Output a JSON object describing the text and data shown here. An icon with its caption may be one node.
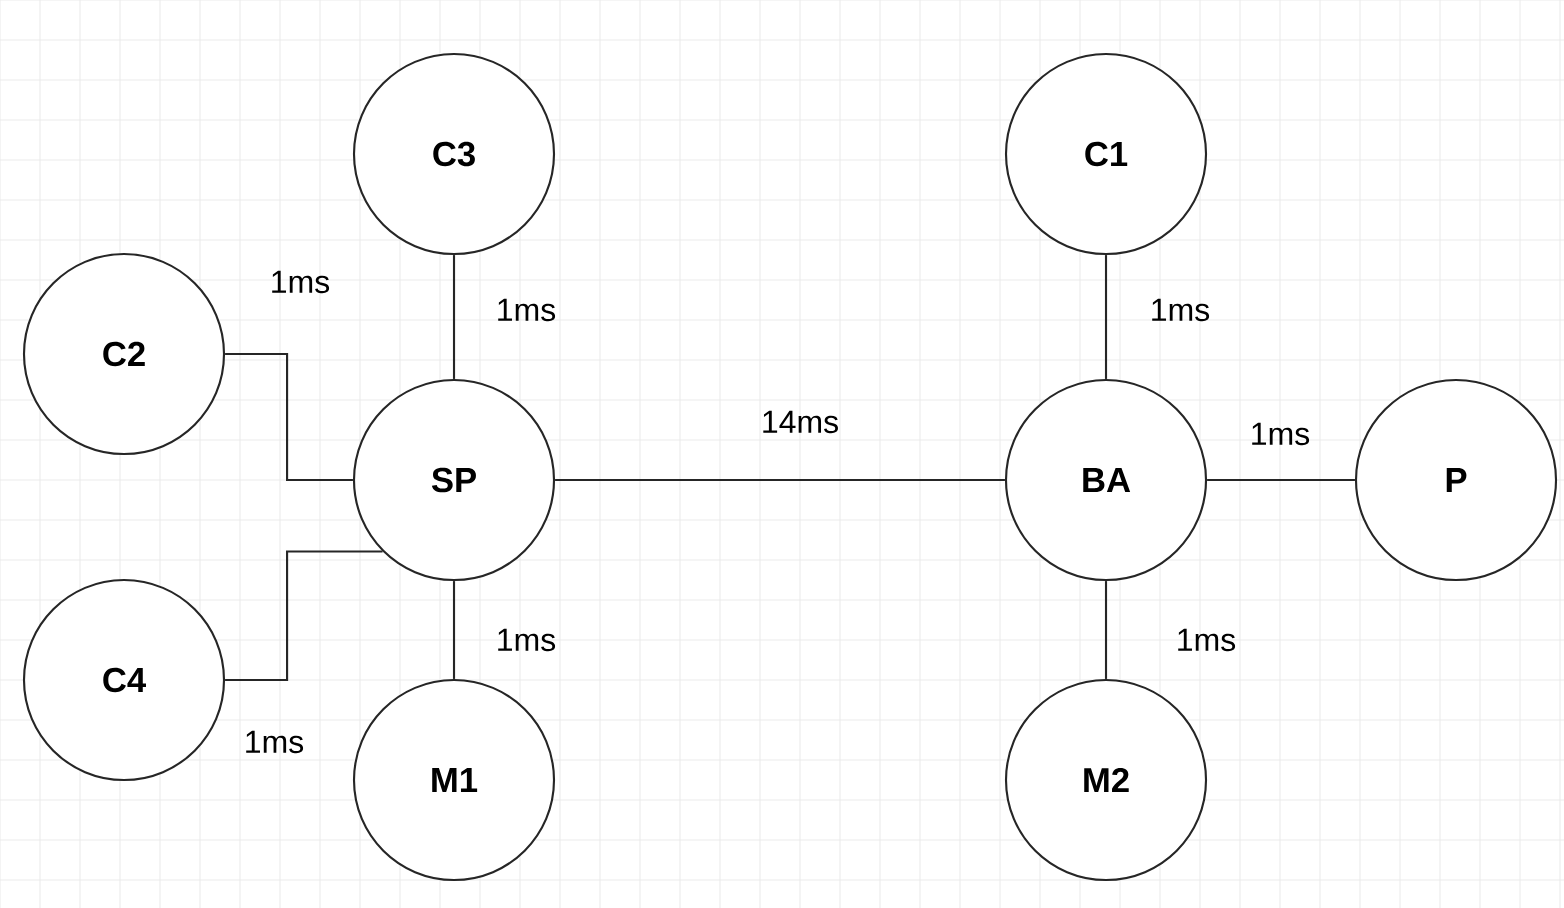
{
  "diagram": {
    "nodes": [
      {
        "text": [
          "C3"
        ]
      },
      {
        "text": [
          "C1"
        ]
      },
      {
        "text": [
          "C2"
        ]
      },
      {
        "text": [
          "SP"
        ]
      },
      {
        "text": [
          "BA"
        ]
      },
      {
        "text": [
          "P"
        ]
      },
      {
        "text": [
          "C4"
        ]
      },
      {
        "text": [
          "M1"
        ]
      },
      {
        "text": [
          "M2"
        ]
      }
    ],
    "edges": [
      {
        "from": 0,
        "to": 3,
        "arrow": "none",
        "label": "1ms"
      },
      {
        "from": 2,
        "to": 3,
        "arrow": "none",
        "label": "1ms"
      },
      {
        "from": 3,
        "to": 4,
        "arrow": "none",
        "label": "14ms"
      },
      {
        "from": 1,
        "to": 4,
        "arrow": "none",
        "label": "1ms"
      },
      {
        "from": 4,
        "to": 5,
        "arrow": "none",
        "label": "1ms"
      },
      {
        "from": 3,
        "to": 7,
        "arrow": "none",
        "label": "1ms"
      },
      {
        "from": 6,
        "to": 3,
        "arrow": "none",
        "label": "1ms"
      },
      {
        "from": 4,
        "to": 8,
        "arrow": "none",
        "label": "1ms"
      }
    ]
  }
}
